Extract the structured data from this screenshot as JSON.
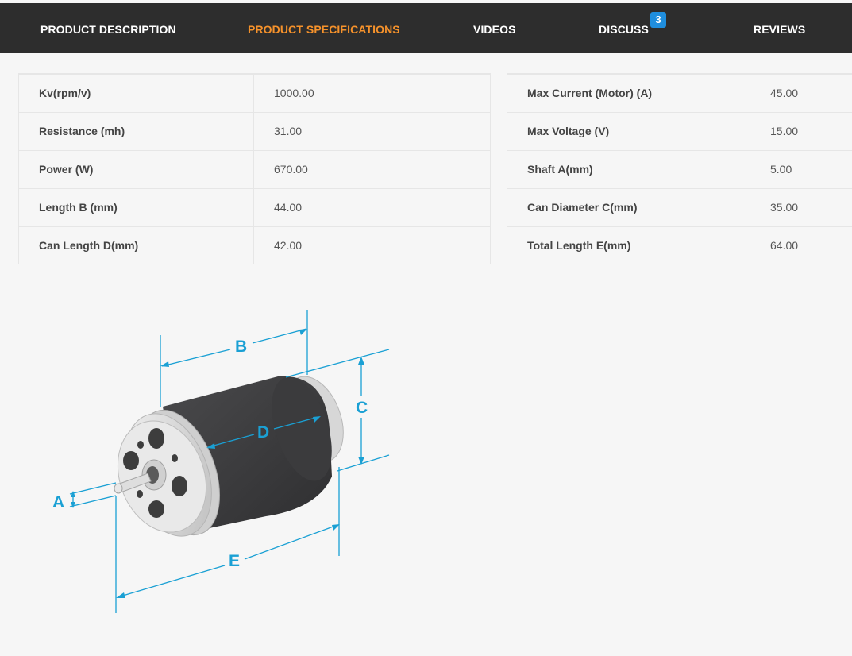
{
  "tabs": [
    {
      "label": "PRODUCT DESCRIPTION",
      "active": false
    },
    {
      "label": "PRODUCT SPECIFICATIONS",
      "active": true
    },
    {
      "label": "VIDEOS",
      "active": false
    },
    {
      "label": "DISCUSS",
      "active": false,
      "badge": "3"
    },
    {
      "label": "REVIEWS",
      "active": false
    }
  ],
  "specs_left": [
    {
      "label": "Kv(rpm/v)",
      "value": "1000.00"
    },
    {
      "label": "Resistance (mh)",
      "value": "31.00"
    },
    {
      "label": "Power (W)",
      "value": "670.00"
    },
    {
      "label": "Length B (mm)",
      "value": "44.00"
    },
    {
      "label": "Can Length D(mm)",
      "value": "42.00"
    }
  ],
  "specs_right": [
    {
      "label": "Max Current (Motor) (A)",
      "value": "45.00"
    },
    {
      "label": "Max Voltage (V)",
      "value": "15.00"
    },
    {
      "label": "Shaft A(mm)",
      "value": "5.00"
    },
    {
      "label": "Can Diameter C(mm)",
      "value": "35.00"
    },
    {
      "label": "Total Length E(mm)",
      "value": "64.00"
    }
  ],
  "diagram": {
    "labels": {
      "a": "A",
      "b": "B",
      "c": "C",
      "d": "D",
      "e": "E"
    }
  },
  "colors": {
    "tabbar_bg": "#2d2d2d",
    "active_tab": "#f6922b",
    "badge": "#1f8ede",
    "dimension_lines": "#1aa0d4",
    "motor_can": "#3a3a3c"
  }
}
